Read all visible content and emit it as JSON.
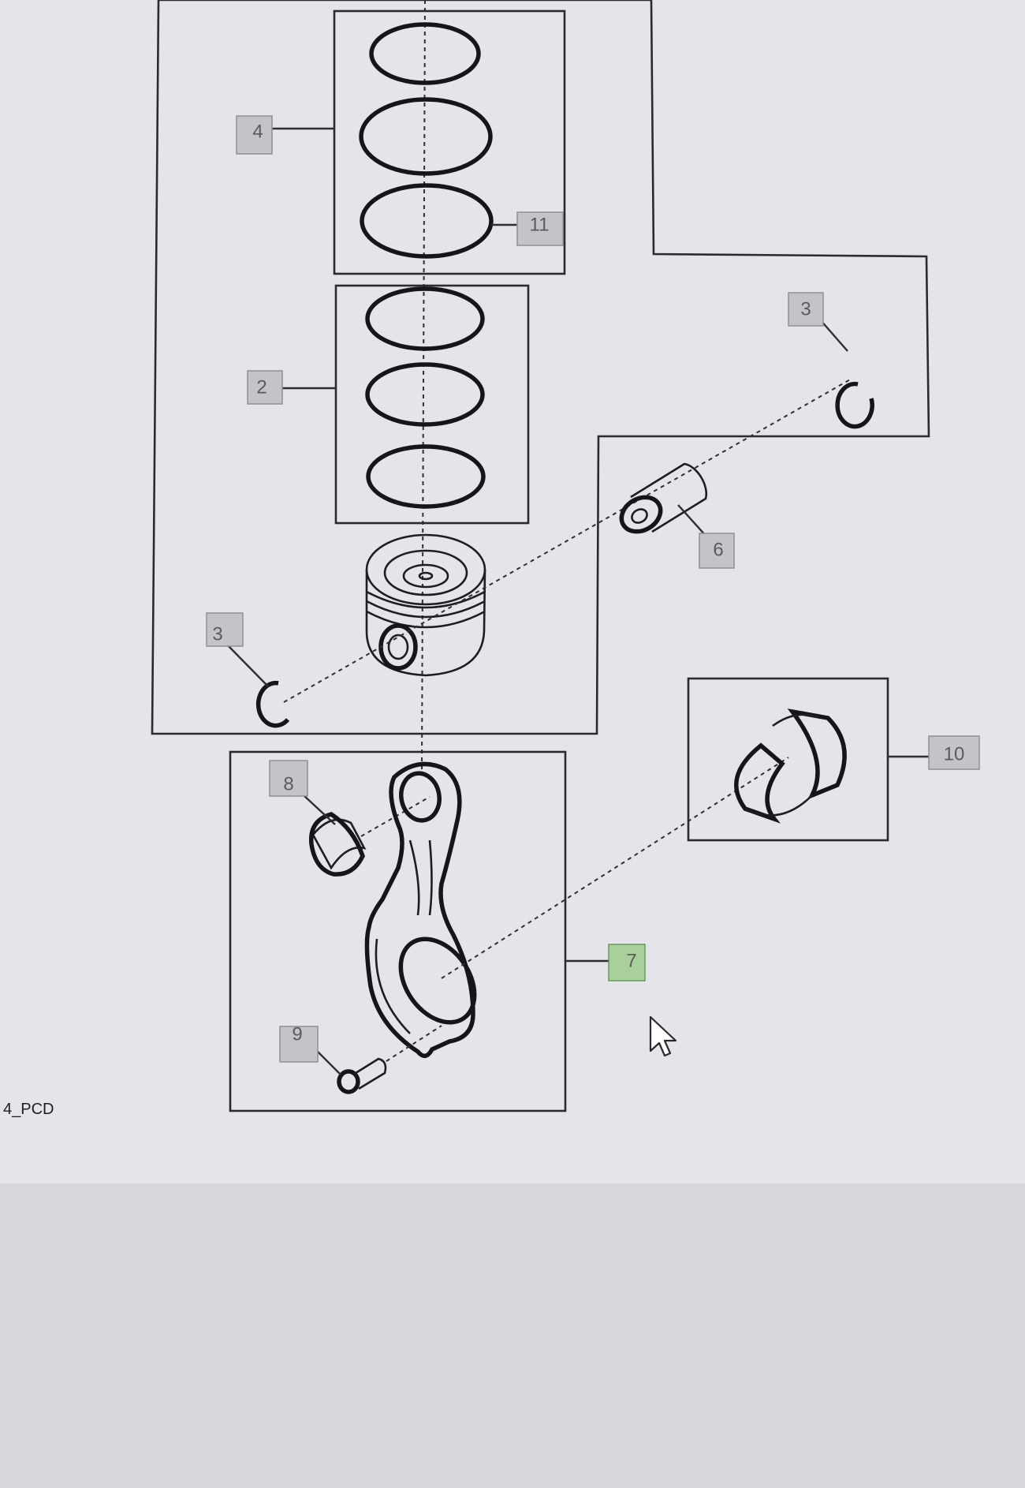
{
  "diagram": {
    "callouts": {
      "c4": "4",
      "c11": "11",
      "c2": "2",
      "c3_right": "3",
      "c6": "6",
      "c3_left": "3",
      "c10": "10",
      "c8": "8",
      "c7": "7",
      "c9": "9"
    },
    "figure_code": "4_PCD",
    "selected_callout": "7"
  },
  "colors": {
    "screen_background": "#dcdce2",
    "drawing_background": "#e6e6eb",
    "callout_fill": "#c4c4c8",
    "selected_callout_fill": "#a9cf9b"
  },
  "cursor": {
    "icon": "mouse-pointer-icon"
  }
}
